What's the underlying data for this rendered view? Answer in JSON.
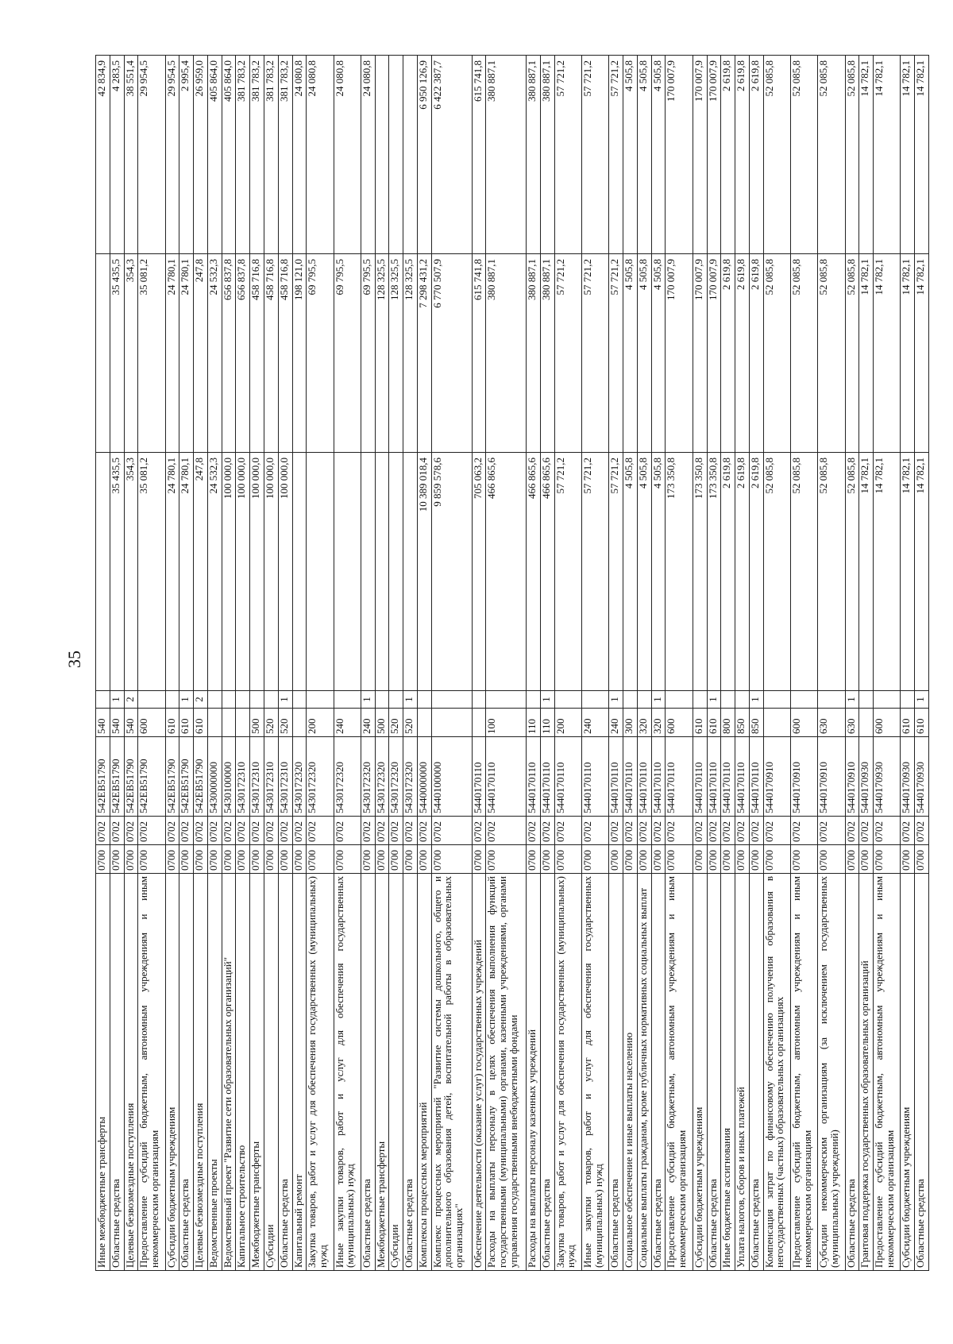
{
  "page": {
    "number": "35"
  },
  "table": {
    "rows": [
      [
        "Иные межбюджетные трансферты",
        "0700",
        "0702",
        "542EB51790",
        "540",
        "",
        "",
        "",
        "42 834,9"
      ],
      [
        "Областные средства",
        "0700",
        "0702",
        "542EB51790",
        "540",
        "1",
        "35 435,5",
        "35 435,5",
        "4 283,5"
      ],
      [
        "Целевые безвозмездные поступления",
        "0700",
        "0702",
        "542EB51790",
        "540",
        "2",
        "354,3",
        "354,3",
        "38 551,4"
      ],
      [
        "Предоставление субсидий бюджетным, автономным учреждениям и иным некоммерческим организациям",
        "0700",
        "0702",
        "542EB51790",
        "600",
        "",
        "35 081,2",
        "35 081,2",
        "29 954,5"
      ],
      [
        "Субсидии бюджетным учреждениям",
        "0700",
        "0702",
        "542EB51790",
        "610",
        "",
        "24 780,1",
        "24 780,1",
        "29 954,5"
      ],
      [
        "Областные средства",
        "0700",
        "0702",
        "542EB51790",
        "610",
        "1",
        "24 780,1",
        "24 780,1",
        "2 995,4"
      ],
      [
        "Целевые безвозмездные поступления",
        "0700",
        "0702",
        "542EB51790",
        "610",
        "2",
        "247,8",
        "247,8",
        "26 959,0"
      ],
      [
        "Ведомственные проекты",
        "0700",
        "0702",
        "5430000000",
        "",
        "",
        "24 532,3",
        "24 532,3",
        "405 864,0"
      ],
      [
        "Ведомственный проект \"Развитие сети образовательных организаций\"",
        "0700",
        "0702",
        "5430100000",
        "",
        "",
        "100 000,0",
        "656 837,8",
        "405 864,0"
      ],
      [
        "Капитальное строительство",
        "0700",
        "0702",
        "5430172310",
        "",
        "",
        "100 000,0",
        "656 837,8",
        "381 783,2"
      ],
      [
        "Межбюджетные трансферты",
        "0700",
        "0702",
        "5430172310",
        "500",
        "",
        "100 000,0",
        "458 716,8",
        "381 783,2"
      ],
      [
        "Субсидии",
        "0700",
        "0702",
        "5430172310",
        "520",
        "",
        "100 000,0",
        "458 716,8",
        "381 783,2"
      ],
      [
        "Областные средства",
        "0700",
        "0702",
        "5430172310",
        "520",
        "1",
        "100 000,0",
        "458 716,8",
        "381 783,2"
      ],
      [
        "Капитальный ремонт",
        "0700",
        "0702",
        "5430172320",
        "",
        "",
        "",
        "198 121,0",
        "24 080,8"
      ],
      [
        "Закупка товаров, работ и услуг для обеспечения государственных (муниципальных) нужд",
        "0700",
        "0702",
        "5430172320",
        "200",
        "",
        "",
        "69 795,5",
        "24 080,8"
      ],
      [
        "Иные закупки товаров, работ и услуг для обеспечения государственных (муниципальных) нужд",
        "0700",
        "0702",
        "5430172320",
        "240",
        "",
        "",
        "69 795,5",
        "24 080,8"
      ],
      [
        "Областные средства",
        "0700",
        "0702",
        "5430172320",
        "240",
        "1",
        "",
        "69 795,5",
        "24 080,8"
      ],
      [
        "Межбюджетные трансферты",
        "0700",
        "0702",
        "5430172320",
        "500",
        "",
        "",
        "128 325,5",
        ""
      ],
      [
        "Субсидии",
        "0700",
        "0702",
        "5430172320",
        "520",
        "",
        "",
        "128 325,5",
        ""
      ],
      [
        "Областные средства",
        "0700",
        "0702",
        "5430172320",
        "520",
        "1",
        "",
        "128 325,5",
        ""
      ],
      [
        "Комплексы процессных мероприятий",
        "0700",
        "0702",
        "5440000000",
        "",
        "",
        "10 389 018,4",
        "7 298 431,2",
        "6 950 126,9"
      ],
      [
        "Комплекс процессных мероприятий \"Развитие системы дошкольного, общего и дополнительного образования детей, воспитательной работы в образовательных организациях\"",
        "0700",
        "0702",
        "5440100000",
        "",
        "",
        "9 859 578,6",
        "6 770 507,9",
        "6 422 387,7"
      ],
      [
        "Обеспечение деятельности (оказание услуг) государственных учреждений",
        "0700",
        "0702",
        "5440170110",
        "",
        "",
        "705 063,2",
        "615 741,8",
        "615 741,8"
      ],
      [
        "Расходы на выплаты персоналу в целях обеспечения выполнения функций государственными (муниципальными) органами, казенными учреждениями, органами управления государственными внебюджетными фондами",
        "0700",
        "0702",
        "5440170110",
        "100",
        "",
        "466 865,6",
        "380 887,1",
        "380 887,1"
      ],
      [
        "Расходы на выплаты персоналу казенных учреждений",
        "0700",
        "0702",
        "5440170110",
        "110",
        "",
        "466 865,6",
        "380 887,1",
        "380 887,1"
      ],
      [
        "Областные средства",
        "0700",
        "0702",
        "5440170110",
        "110",
        "1",
        "466 865,6",
        "380 887,1",
        "380 887,1"
      ],
      [
        "Закупка товаров, работ и услуг для обеспечения государственных (муниципальных) нужд",
        "0700",
        "0702",
        "5440170110",
        "200",
        "",
        "57 721,2",
        "57 721,2",
        "57 721,2"
      ],
      [
        "Иные закупки товаров, работ и услуг для обеспечения государственных (муниципальных) нужд",
        "0700",
        "0702",
        "5440170110",
        "240",
        "",
        "57 721,2",
        "57 721,2",
        "57 721,2"
      ],
      [
        "Областные средства",
        "0700",
        "0702",
        "5440170110",
        "240",
        "1",
        "57 721,2",
        "57 721,2",
        "57 721,2"
      ],
      [
        "Социальное обеспечение и иные выплаты населению",
        "0700",
        "0702",
        "5440170110",
        "300",
        "",
        "4 505,8",
        "4 505,8",
        "4 505,8"
      ],
      [
        "Социальные выплаты гражданам, кроме публичных нормативных социальных выплат",
        "0700",
        "0702",
        "5440170110",
        "320",
        "",
        "4 505,8",
        "4 505,8",
        "4 505,8"
      ],
      [
        "Областные средства",
        "0700",
        "0702",
        "5440170110",
        "320",
        "1",
        "4 505,8",
        "4 505,8",
        "4 505,8"
      ],
      [
        "Предоставление субсидий бюджетным, автономным учреждениям и иным некоммерческим организациям",
        "0700",
        "0702",
        "5440170110",
        "600",
        "",
        "173 350,8",
        "170 007,9",
        "170 007,9"
      ],
      [
        "Субсидии бюджетным учреждениям",
        "0700",
        "0702",
        "5440170110",
        "610",
        "",
        "173 350,8",
        "170 007,9",
        "170 007,9"
      ],
      [
        "Областные средства",
        "0700",
        "0702",
        "5440170110",
        "610",
        "1",
        "173 350,8",
        "170 007,9",
        "170 007,9"
      ],
      [
        "Иные бюджетные ассигнования",
        "0700",
        "0702",
        "5440170110",
        "800",
        "",
        "2 619,8",
        "2 619,8",
        "2 619,8"
      ],
      [
        "Уплата налогов, сборов и иных платежей",
        "0700",
        "0702",
        "5440170110",
        "850",
        "",
        "2 619,8",
        "2 619,8",
        "2 619,8"
      ],
      [
        "Областные средства",
        "0700",
        "0702",
        "5440170110",
        "850",
        "1",
        "2 619,8",
        "2 619,8",
        "2 619,8"
      ],
      [
        "Компенсация затрат по финансовому обеспечению получения образования в негосударственных (частных) образовательных организациях",
        "0700",
        "0702",
        "5440170910",
        "",
        "",
        "52 085,8",
        "52 085,8",
        "52 085,8"
      ],
      [
        "Предоставление субсидий бюджетным, автономным учреждениям и иным некоммерческим организациям",
        "0700",
        "0702",
        "5440170910",
        "600",
        "",
        "52 085,8",
        "52 085,8",
        "52 085,8"
      ],
      [
        "Субсидии некоммерческим организациям (за исключением государственных (муниципальных) учреждений)",
        "0700",
        "0702",
        "5440170910",
        "630",
        "",
        "52 085,8",
        "52 085,8",
        "52 085,8"
      ],
      [
        "Областные средства",
        "0700",
        "0702",
        "5440170910",
        "630",
        "1",
        "52 085,8",
        "52 085,8",
        "52 085,8"
      ],
      [
        "Грантовая поддержка государственных образовательных организаций",
        "0700",
        "0702",
        "5440170930",
        "",
        "",
        "14 782,1",
        "14 782,1",
        "14 782,1"
      ],
      [
        "Предоставление субсидий бюджетным, автономным учреждениям и иным некоммерческим организациям",
        "0700",
        "0702",
        "5440170930",
        "600",
        "",
        "14 782,1",
        "14 782,1",
        "14 782,1"
      ],
      [
        "Субсидии бюджетным учреждениям",
        "0700",
        "0702",
        "5440170930",
        "610",
        "",
        "14 782,1",
        "14 782,1",
        "14 782,1"
      ],
      [
        "Областные средства",
        "0700",
        "0702",
        "5440170930",
        "610",
        "1",
        "14 782,1",
        "14 782,1",
        "14 782,1"
      ]
    ]
  }
}
